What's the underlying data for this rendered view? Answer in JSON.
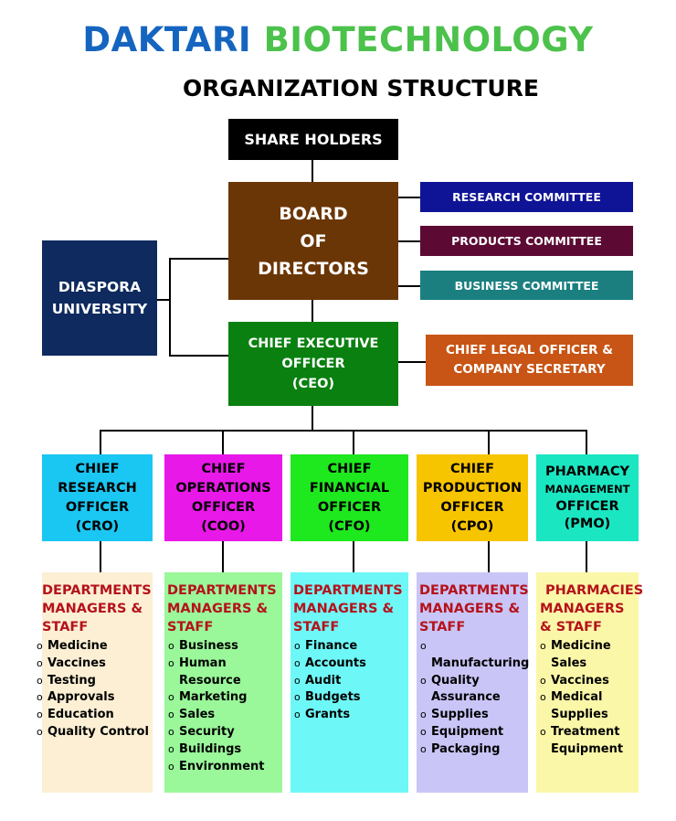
{
  "header": {
    "title_part1": "DAKTARI",
    "title_part2": "BIOTECHNOLOGY",
    "subtitle": "ORGANIZATION STRUCTURE"
  },
  "colors": {
    "title_blue": "#1565c0",
    "title_green": "#4cc24c",
    "shareholders": "#000000",
    "board": "#6b3606",
    "research_committee": "#0f1396",
    "products_committee": "#5c0a34",
    "business_committee": "#1b7f80",
    "diaspora": "#0e2a5e",
    "ceo": "#0a8010",
    "legal": "#c85515",
    "cro": "#1ac6f2",
    "coo": "#e818e8",
    "cfo": "#1ee81e",
    "cpo": "#f7c400",
    "pmo": "#1ae6c2",
    "panel_cro": "#fcefd4",
    "panel_coo": "#9af79a",
    "panel_cfo": "#6ef7f7",
    "panel_cpo": "#c9c5f7",
    "panel_pmo": "#fbf7a8",
    "department_heading": "#b5121b"
  },
  "nodes": {
    "shareholders": "SHARE HOLDERS",
    "board": [
      "BOARD",
      "OF",
      "DIRECTORS"
    ],
    "research_committee": "RESEARCH COMMITTEE",
    "products_committee": "PRODUCTS COMMITTEE",
    "business_committee": "BUSINESS COMMITTEE",
    "diaspora": [
      "DIASPORA",
      "UNIVERSITY"
    ],
    "ceo": [
      "CHIEF EXECUTIVE",
      "OFFICER",
      "(CEO)"
    ],
    "legal": [
      "CHIEF LEGAL OFFICER &",
      "COMPANY SECRETARY"
    ],
    "cro": [
      "CHIEF",
      "RESEARCH",
      "OFFICER",
      "(CRO)"
    ],
    "coo": [
      "CHIEF",
      "OPERATIONS",
      "OFFICER",
      "(COO)"
    ],
    "cfo": [
      "CHIEF",
      "FINANCIAL",
      "OFFICER",
      "(CFO)"
    ],
    "cpo": [
      "CHIEF",
      "PRODUCTION",
      "OFFICER",
      "(CPO)"
    ],
    "pmo": [
      "PHARMACY",
      "MANAGEMENT",
      "OFFICER",
      "(PMO)"
    ]
  },
  "panels": {
    "cro": {
      "heading": [
        "DEPARTMENTS",
        "MANAGERS &",
        "STAFF"
      ],
      "items": [
        "Medicine",
        "Vaccines",
        "Testing",
        "Approvals",
        "Education",
        "Quality Control"
      ]
    },
    "coo": {
      "heading": [
        "DEPARTMENTS",
        "MANAGERS &",
        "STAFF"
      ],
      "items": [
        "Business",
        "Human Resource",
        "Marketing",
        "Sales",
        "Security",
        "Buildings",
        "Environment"
      ]
    },
    "cfo": {
      "heading": [
        "DEPARTMENTS",
        "MANAGERS &",
        "STAFF"
      ],
      "items": [
        "Finance",
        "Accounts",
        "Audit",
        "Budgets",
        "Grants"
      ]
    },
    "cpo": {
      "heading": [
        "DEPARTMENTS",
        "MANAGERS &",
        "STAFF"
      ],
      "items": [
        "Manufacturing",
        "Quality Assurance",
        "Supplies",
        "Equipment",
        "Packaging"
      ]
    },
    "pmo": {
      "heading": [
        "PHARMACIES",
        "MANAGERS",
        "& STAFF"
      ],
      "items": [
        "Medicine Sales",
        "Vaccines",
        "Medical Supplies",
        "Treatment Equipment"
      ]
    }
  },
  "bullet_glyph": "o"
}
